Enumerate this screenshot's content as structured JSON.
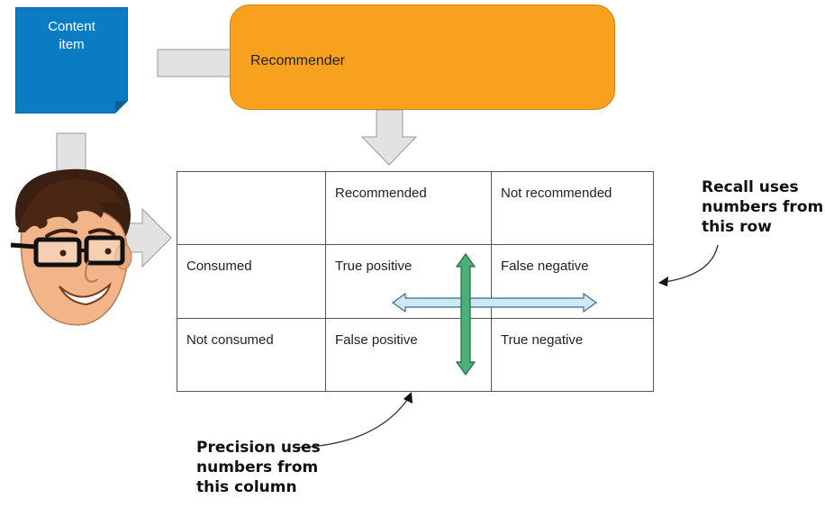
{
  "content_item": {
    "line1": "Content",
    "line2": "item"
  },
  "recommender": {
    "label": "Recommender"
  },
  "matrix": {
    "header": [
      "",
      "Recommended",
      "Not recommended"
    ],
    "rows": [
      [
        "Consumed",
        "True positive",
        "False negative"
      ],
      [
        "Not consumed",
        "False positive",
        "True negative"
      ]
    ]
  },
  "notes": {
    "recall": "Recall uses numbers from this row",
    "precision": "Precision uses numbers from this column"
  },
  "colors": {
    "content_item": "#0a7cc4",
    "recommender": "#f7a11e",
    "row_arrow": "#cfe8f5",
    "column_arrow": "#4caf7a",
    "connector": "#e0e0e0"
  }
}
